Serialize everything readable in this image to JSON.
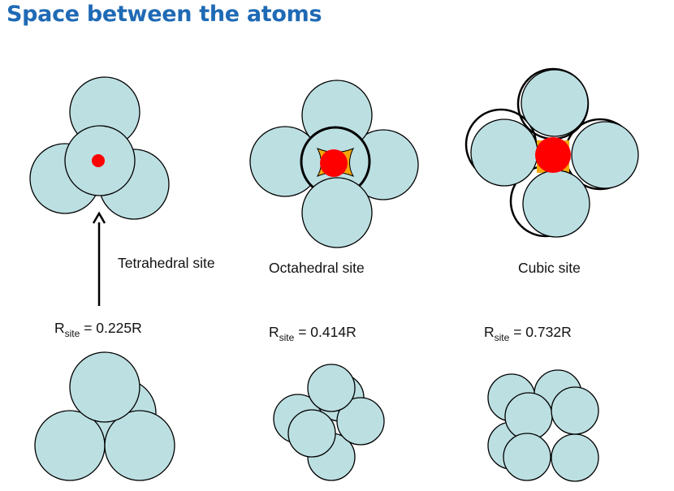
{
  "title": "Space between the atoms",
  "colors": {
    "atom_fill": "#bcdfe2",
    "site_red": "#ff0000",
    "void_orange": "#f2a80c",
    "title_blue": "#1f6ab5"
  },
  "sites": [
    {
      "label": "Tetrahedral site",
      "r_symbol": "R",
      "r_sub": "site",
      "r_value": " = 0.225R"
    },
    {
      "label": "Octahedral site",
      "r_symbol": "R",
      "r_sub": "site",
      "r_value": " = 0.414R"
    },
    {
      "label": "Cubic site",
      "r_symbol": "R",
      "r_sub": "site",
      "r_value": " = 0.732R"
    }
  ]
}
